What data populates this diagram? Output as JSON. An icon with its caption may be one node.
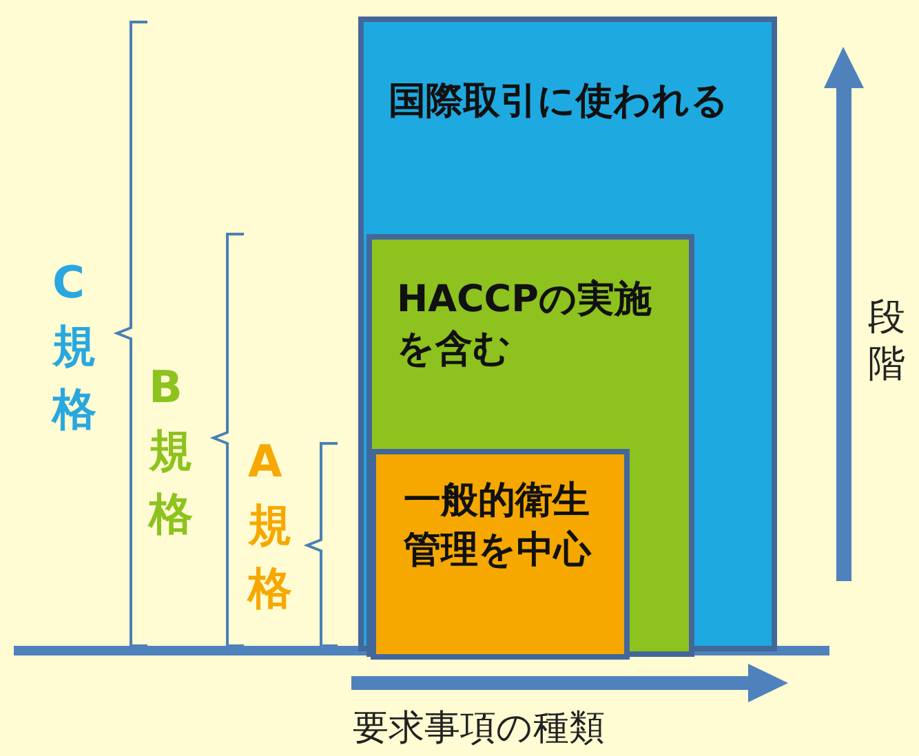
{
  "diagram": {
    "nodes": [
      {
        "text": [
          "国際取引に使われる"
        ]
      },
      {
        "text": [
          "HACCPの実施を含む"
        ],
        "in": 0
      },
      {
        "text": [
          "一般的衛生管理を中心"
        ],
        "in": 1
      }
    ],
    "labels": [
      "C規格",
      "B規格",
      "A規格",
      "段階",
      "要求事項の種類"
    ]
  }
}
